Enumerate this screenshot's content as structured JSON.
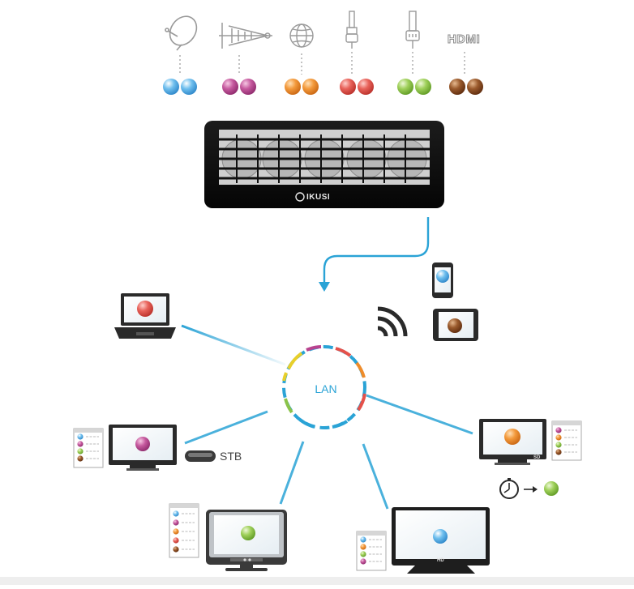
{
  "diagram": {
    "center_label": "LAN",
    "hdmi_label": "HDMI",
    "stb_label": "STB",
    "brand_label": "IKUSI",
    "sd_badge": "SD",
    "hd_badge": "HD"
  },
  "inputs": [
    {
      "icon": "satellite-dish-icon",
      "color": "#45a7e2"
    },
    {
      "icon": "terrestrial-antenna-icon",
      "color": "#b8438f"
    },
    {
      "icon": "ip-globe-icon",
      "color": "#ef8c2a"
    },
    {
      "icon": "coaxial-connector-icon",
      "color": "#e5514a"
    },
    {
      "icon": "ethernet-connector-icon",
      "color": "#8bc34a"
    },
    {
      "icon": "hdmi-icon",
      "color": "#8b4a22"
    }
  ],
  "colors": {
    "accent": "#2aa3d6",
    "blue": "#45a7e2",
    "magenta": "#b8438f",
    "orange": "#ef8c2a",
    "red": "#e5514a",
    "green": "#8bc34a",
    "brown": "#8b4a22",
    "yellow": "#e8cf2a",
    "device_dark": "#2a2a2a",
    "headend_black": "#111111"
  }
}
